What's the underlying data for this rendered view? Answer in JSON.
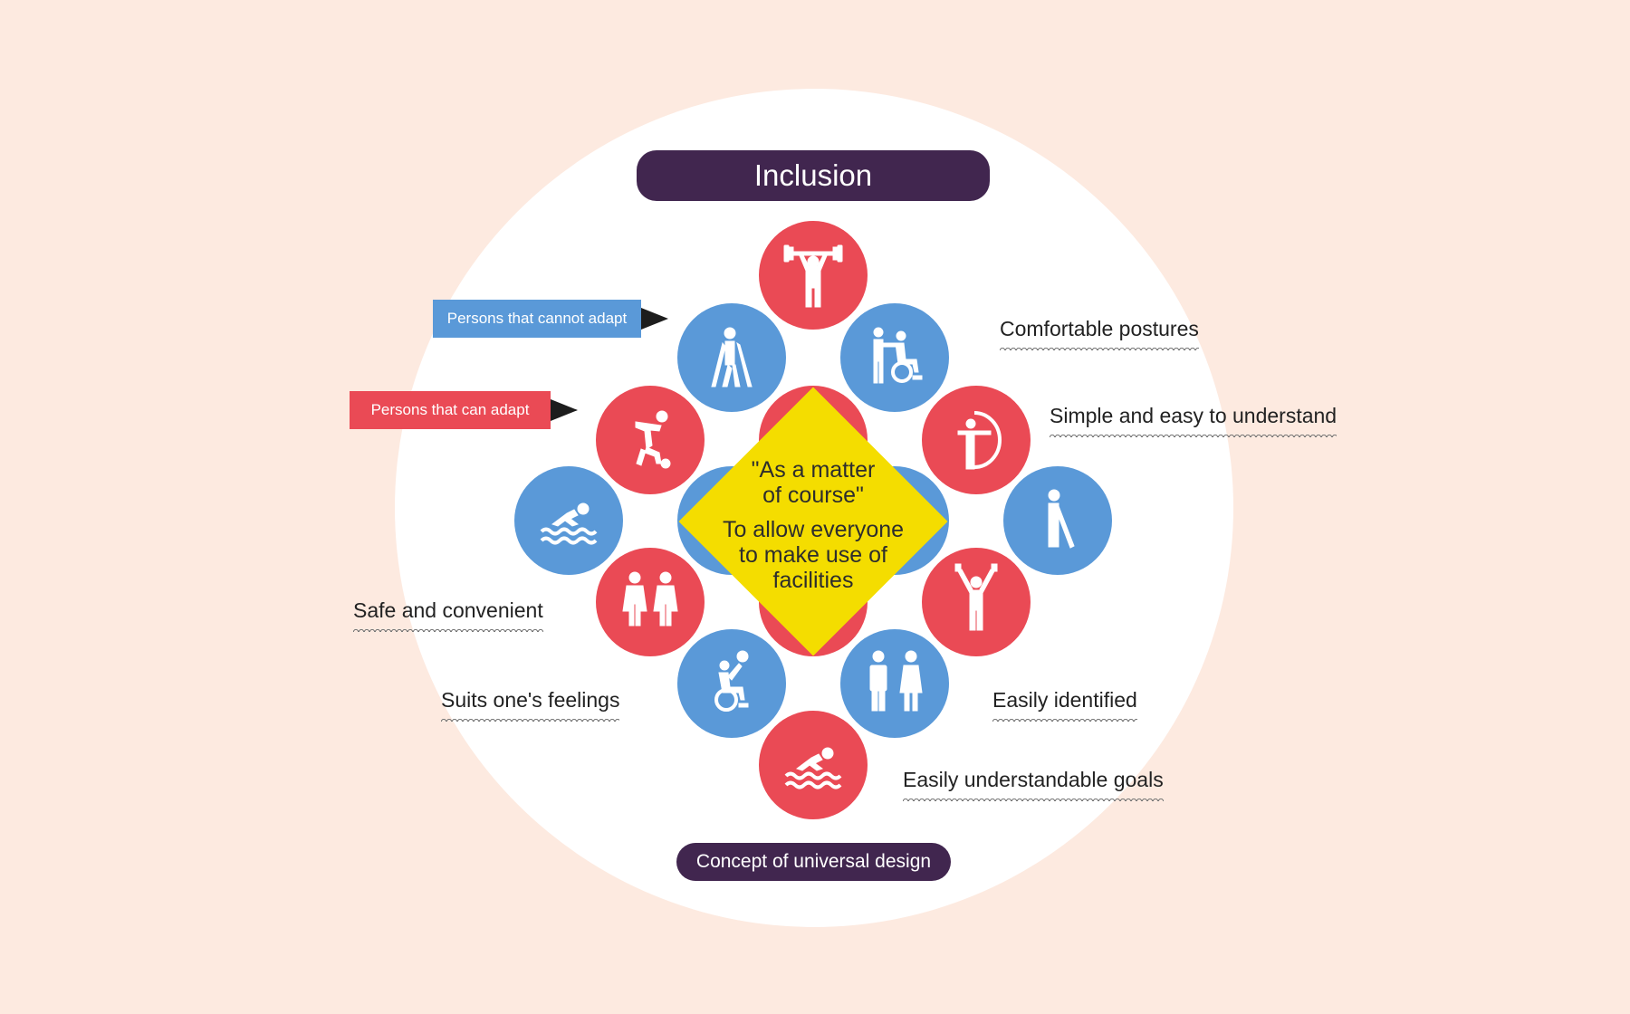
{
  "title": "Inclusion",
  "footer": "Concept of universal design",
  "center": {
    "line1": "\"As a matter",
    "line2": "of course\"",
    "line3": "To allow everyone",
    "line4": "to make use of",
    "line5": "facilities"
  },
  "legend": {
    "cannot_adapt": "Persons that cannot adapt",
    "can_adapt": "Persons that can adapt"
  },
  "labels": {
    "comfortable_postures": "Comfortable postures",
    "simple_easy": "Simple and easy to understand",
    "safe_convenient": "Safe and convenient",
    "suits_feelings": "Suits one's feelings",
    "easily_identified": "Easily identified",
    "easily_understandable_goals": "Easily understandable goals"
  },
  "colors": {
    "background": "#fdeae0",
    "pill": "#41264f",
    "red": "#ea4a55",
    "blue": "#5a99d8",
    "diamond": "#f4dd00"
  },
  "icons": [
    {
      "name": "weightlifter-icon",
      "color": "red"
    },
    {
      "name": "crutches-person-icon",
      "color": "blue"
    },
    {
      "name": "wheelchair-assist-icon",
      "color": "blue"
    },
    {
      "name": "soccer-player-icon",
      "color": "red"
    },
    {
      "name": "archer-icon",
      "color": "red"
    },
    {
      "name": "swimmer-icon",
      "color": "blue"
    },
    {
      "name": "cane-person-icon",
      "color": "blue"
    },
    {
      "name": "restroom-women-icon",
      "color": "red"
    },
    {
      "name": "cheering-person-icon",
      "color": "red"
    },
    {
      "name": "wheelchair-ball-icon",
      "color": "blue"
    },
    {
      "name": "restroom-man-woman-icon",
      "color": "blue"
    },
    {
      "name": "swimmer-icon",
      "color": "red"
    }
  ]
}
